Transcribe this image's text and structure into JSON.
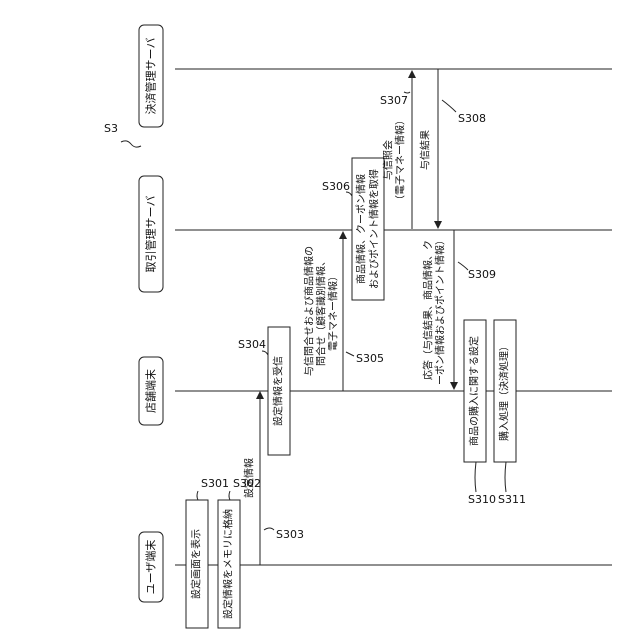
{
  "figure_label": "S3",
  "actors": {
    "user_terminal": "ユーザ端末",
    "store_terminal": "店舗端末",
    "transaction_server": "取引管理サーバ",
    "payment_server": "決済管理サーバ"
  },
  "steps": {
    "s301": {
      "id": "S301",
      "text": "設定画面を表示"
    },
    "s302": {
      "id": "S302",
      "text": "設定情報をメモリに格納"
    },
    "s303": {
      "id": "S303",
      "text": "設定情報"
    },
    "s304": {
      "id": "S304",
      "text": "設定情報を受信"
    },
    "s305": {
      "id": "S305",
      "line1": "与信問合せおよび商品情報の",
      "line2": "問合せ（顧客識別情報、",
      "line3": "電子マネー情報）"
    },
    "s306": {
      "id": "S306",
      "line1": "商品情報、クーポン情報",
      "line2": "およびポイント情報を取得"
    },
    "s307": {
      "id": "S307",
      "line1": "与信照会",
      "line2": "（電子マネー情報）"
    },
    "s308": {
      "id": "S308",
      "text": "与信結果"
    },
    "s309": {
      "id": "S309",
      "line1": "応答（与信結果、商品情報、ク",
      "line2": "ーポン情報およびポイント情報）"
    },
    "s310": {
      "id": "S310",
      "text": "商品の購入に関する設定"
    },
    "s311": {
      "id": "S311",
      "text": "購入処理（決済処理）"
    }
  }
}
